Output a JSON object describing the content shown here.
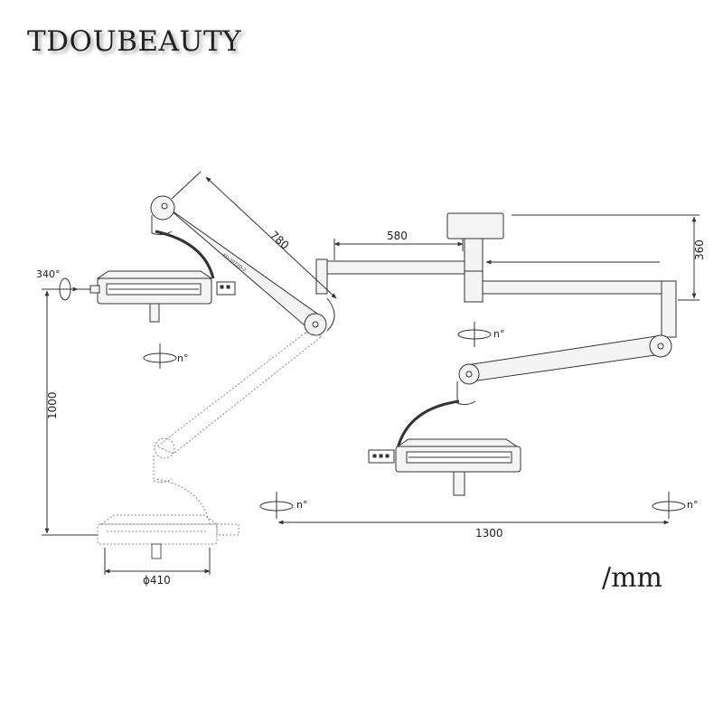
{
  "brand": {
    "text": "TDOUBEAUTY"
  },
  "unit": {
    "text": "/mm"
  },
  "model_label": {
    "text": "KD-2072D-2"
  },
  "dimensions": {
    "arm_length": "780",
    "upper_arm": "580",
    "height": "360",
    "lamp_drop": "1000",
    "span": "1300",
    "lamp_diameter": "ϕ410"
  },
  "rotations": {
    "left_head": "340°",
    "left_arm": "n°",
    "center_post": "n°",
    "bottom_left": "n°",
    "bottom_right": "n°"
  },
  "colors": {
    "line": "#333333",
    "light_line": "#888888",
    "fill": "#f2f2f2"
  }
}
